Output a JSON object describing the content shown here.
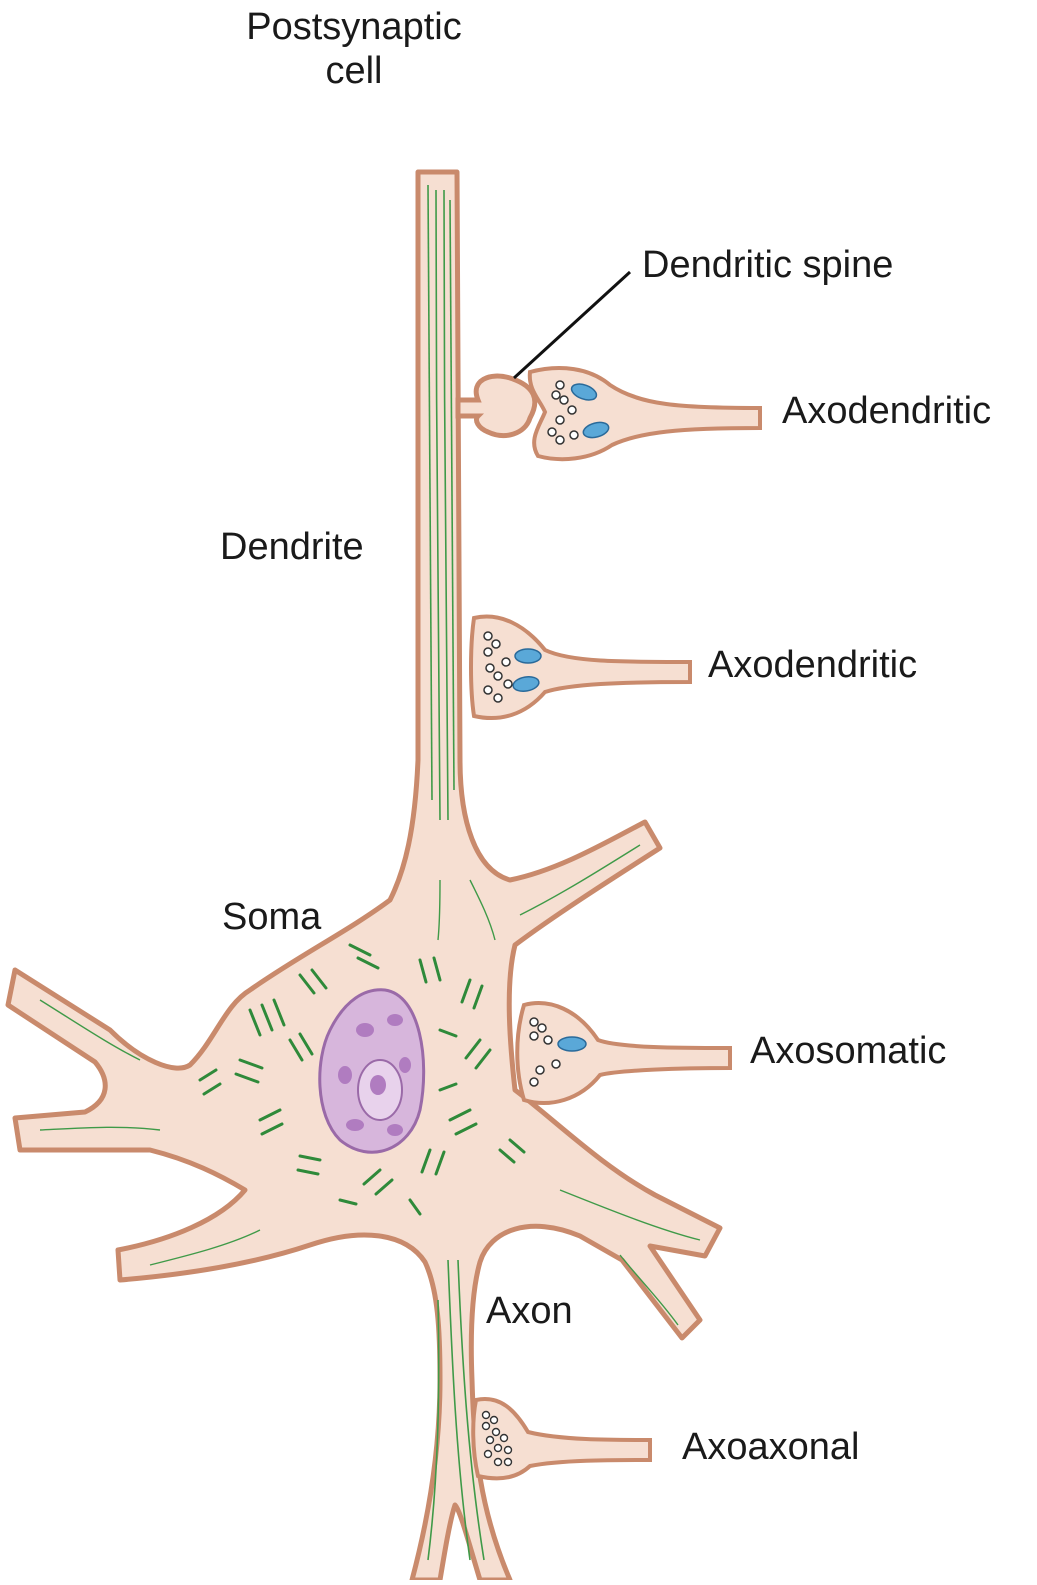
{
  "labels": {
    "postsynaptic_line1": "Postsynaptic",
    "postsynaptic_line2": "cell",
    "dendritic_spine": "Dendritic spine",
    "axodendritic_1": "Axodendritic",
    "dendrite": "Dendrite",
    "axodendritic_2": "Axodendritic",
    "soma": "Soma",
    "axosomatic": "Axosomatic",
    "axon": "Axon",
    "axoaxonal": "Axoaxonal"
  },
  "colors": {
    "cell_fill": "#f6dfd2",
    "membrane": "#c98a6c",
    "microtubule": "#3f9a48",
    "neurofibril": "#2f8a3a",
    "nucleus": "#d7b6dc",
    "nucleus_outline": "#9a6aa8",
    "chromatin": "#b07cc0",
    "mitochondria": "#5aa8d8",
    "vesicle": "#ffffff",
    "leader_line": "#111111"
  }
}
